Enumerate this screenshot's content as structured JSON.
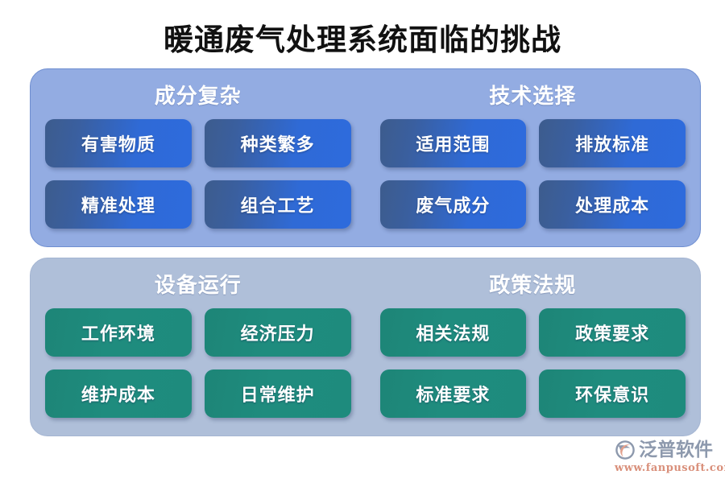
{
  "slide": {
    "title": "暖通废气处理系统面临的挑战"
  },
  "colors": {
    "panel_blue": "#93ace2",
    "panel_gray": "#afbfd9",
    "card_blue_start": "#3d5c8d",
    "card_blue_end": "#2e6bdd",
    "card_teal": "#1f8a7d",
    "title_text": "#111111",
    "heading_text": "#ffffff",
    "logo_name": "#8d99ad",
    "logo_url": "#d98f7a",
    "logo_mark_gray": "#8d99ad",
    "logo_mark_salmon": "#e2a08c"
  },
  "panels": [
    {
      "id": "panel-blue",
      "style": "blue",
      "groups": [
        {
          "heading": "成分复杂",
          "cards": [
            "有害物质",
            "种类繁多",
            "精准处理",
            "组合工艺"
          ]
        },
        {
          "heading": "技术选择",
          "cards": [
            "适用范围",
            "排放标准",
            "废气成分",
            "处理成本"
          ]
        }
      ]
    },
    {
      "id": "panel-gray",
      "style": "gray",
      "groups": [
        {
          "heading": "设备运行",
          "cards": [
            "工作环境",
            "经济压力",
            "维护成本",
            "日常维护"
          ]
        },
        {
          "heading": "政策法规",
          "cards": [
            "相关法规",
            "政策要求",
            "标准要求",
            "环保意识"
          ]
        }
      ]
    }
  ],
  "logo": {
    "mark_icon": "fanpu-swirl-icon",
    "name": "泛普软件",
    "url": "www.fanpusoft.com"
  }
}
